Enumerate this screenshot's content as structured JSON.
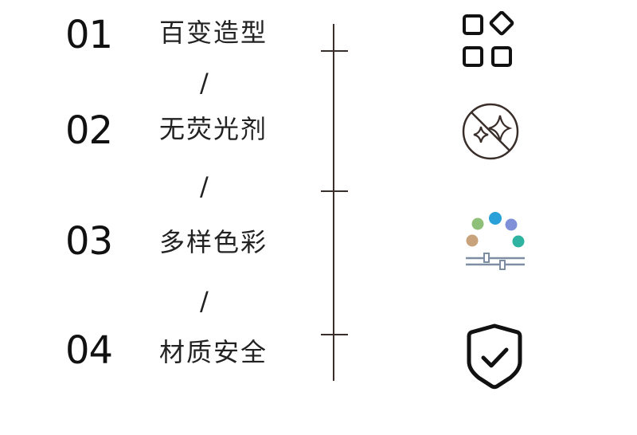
{
  "items": [
    {
      "number": "01",
      "label": "百变造型",
      "icon": "shapes-grid-icon"
    },
    {
      "number": "02",
      "label": "无荧光剂",
      "icon": "no-fluorescent-icon"
    },
    {
      "number": "03",
      "label": "多样色彩",
      "icon": "color-palette-icon"
    },
    {
      "number": "04",
      "label": "材质安全",
      "icon": "shield-check-icon"
    }
  ],
  "separator": "/",
  "colors": {
    "text": "#1a1a1a",
    "timeline": "#3a2e2a",
    "dot_green": "#8fc07a",
    "dot_blue": "#2aa0d8",
    "dot_purple": "#7f8fd8",
    "dot_tan": "#c7a27a",
    "dot_teal": "#2fb3a0",
    "slider": "#7d8ea3"
  }
}
